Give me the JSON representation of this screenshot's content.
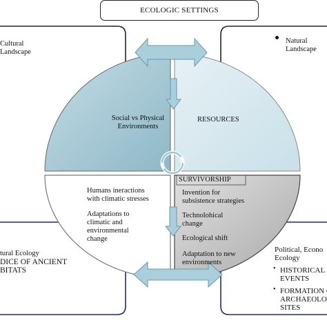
{
  "title": "ECOLOGIC SETTINGS",
  "corners": {
    "top_left": "Cultural\nLandscape",
    "top_right": "Natural\nLandscape",
    "bottom_left_line1": "tural Ecology",
    "bottom_left_line2": "DICE OF ANCIENT\nBITATS",
    "bottom_right_heading": "Political, Econo\nEcology",
    "bottom_right_item1": "HISTORICAL\nEVENTS",
    "bottom_right_item2": "FORMATION O\nARCHAEOLOG\nSITES"
  },
  "quadrants": {
    "top_left": "Social vs Physical\nEnvironments",
    "top_right": "RESOURCES",
    "bottom_left_1": "Humans ineractions\nwith climatic stresses",
    "bottom_left_2": "Adaptations to\nclimatic and\nenvironmental\nchange",
    "bottom_right_heading": "SURVIVORSHIP",
    "bottom_right_1": "Invention for\nsubsistence strategies",
    "bottom_right_2": "Technolohical\nchange",
    "bottom_right_3": "Ecological shift",
    "bottom_right_4": "Adaptation to new\nenvironments"
  },
  "colors": {
    "q_top_left": "#a9cbd6",
    "q_top_right": "#d9eaf0",
    "q_bottom_left": "#ffffff",
    "q_bottom_right": "#c8c8c8",
    "arrow_fill": "#a8cfdb",
    "box_border_dark": "#222222",
    "box_border_blue": "#1f2d6b"
  }
}
